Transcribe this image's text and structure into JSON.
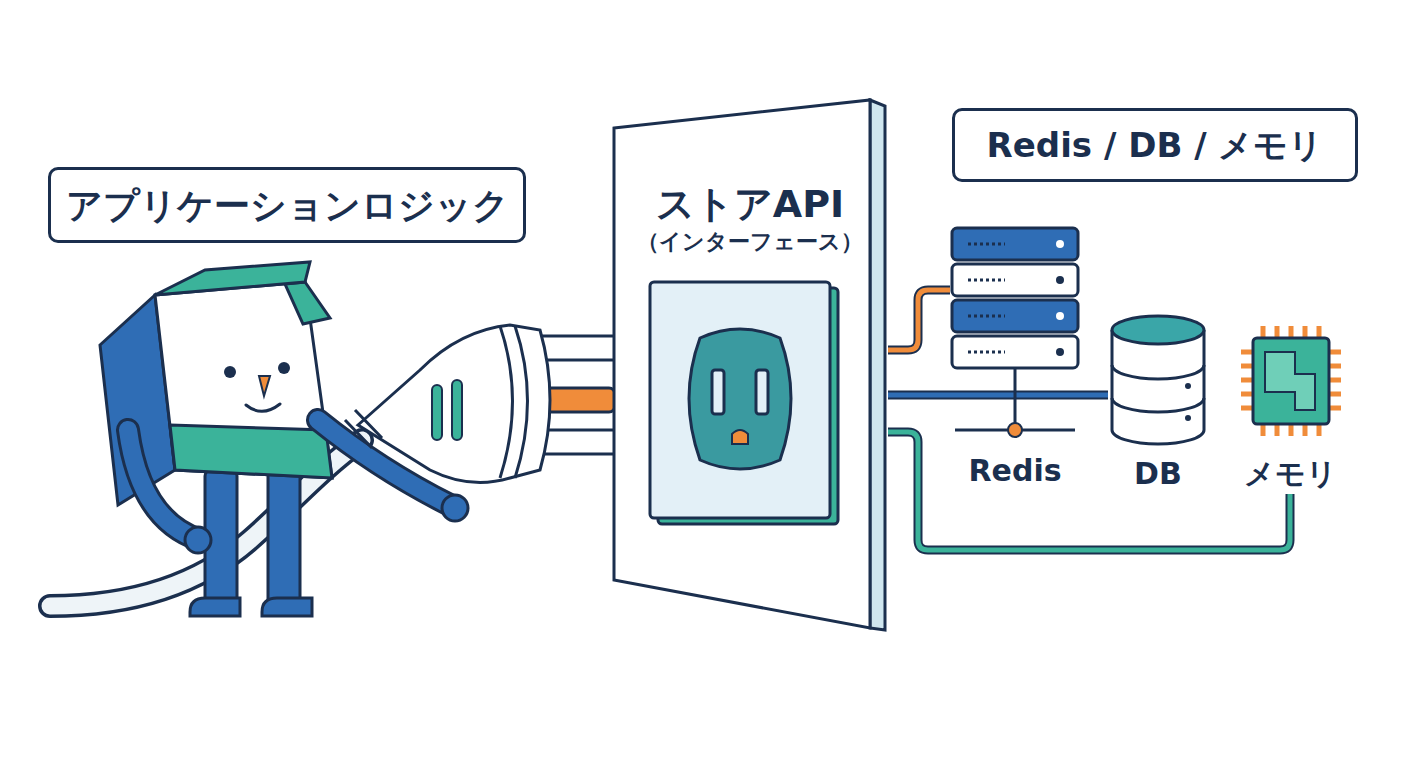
{
  "diagram": {
    "nodes": [
      {
        "text": [
          "アプリケーションロジック"
        ]
      },
      {
        "text": [
          "ストアAPI",
          "（インターフェース）"
        ]
      },
      {
        "text": [
          "Redis / DB / メモリ"
        ]
      },
      {
        "text": [
          "Redis"
        ]
      },
      {
        "text": [
          "DB"
        ]
      },
      {
        "text": [
          "メモリ"
        ]
      }
    ],
    "edges": [
      {
        "from": 1,
        "to": 3,
        "arrow": "none"
      },
      {
        "from": 1,
        "to": 4,
        "arrow": "none"
      },
      {
        "from": 1,
        "to": 5,
        "arrow": "none"
      }
    ]
  }
}
